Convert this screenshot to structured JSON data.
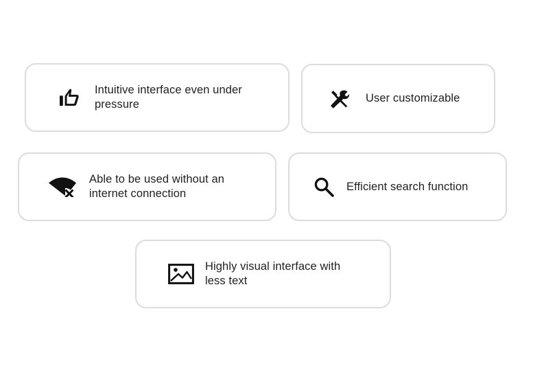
{
  "colors": {
    "card_border": "#dcdcdc",
    "text": "#1f1f1f",
    "icon": "#111111",
    "background": "#ffffff"
  },
  "features": [
    {
      "icon": "thumbs-up-icon",
      "label": "Intuitive interface even under pressure"
    },
    {
      "icon": "tools-icon",
      "label": "User customizable"
    },
    {
      "icon": "wifi-off-icon",
      "label": "Able to be used without an internet connection"
    },
    {
      "icon": "search-icon",
      "label": "Efficient search function"
    },
    {
      "icon": "image-icon",
      "label": "Highly visual interface with less text"
    }
  ]
}
